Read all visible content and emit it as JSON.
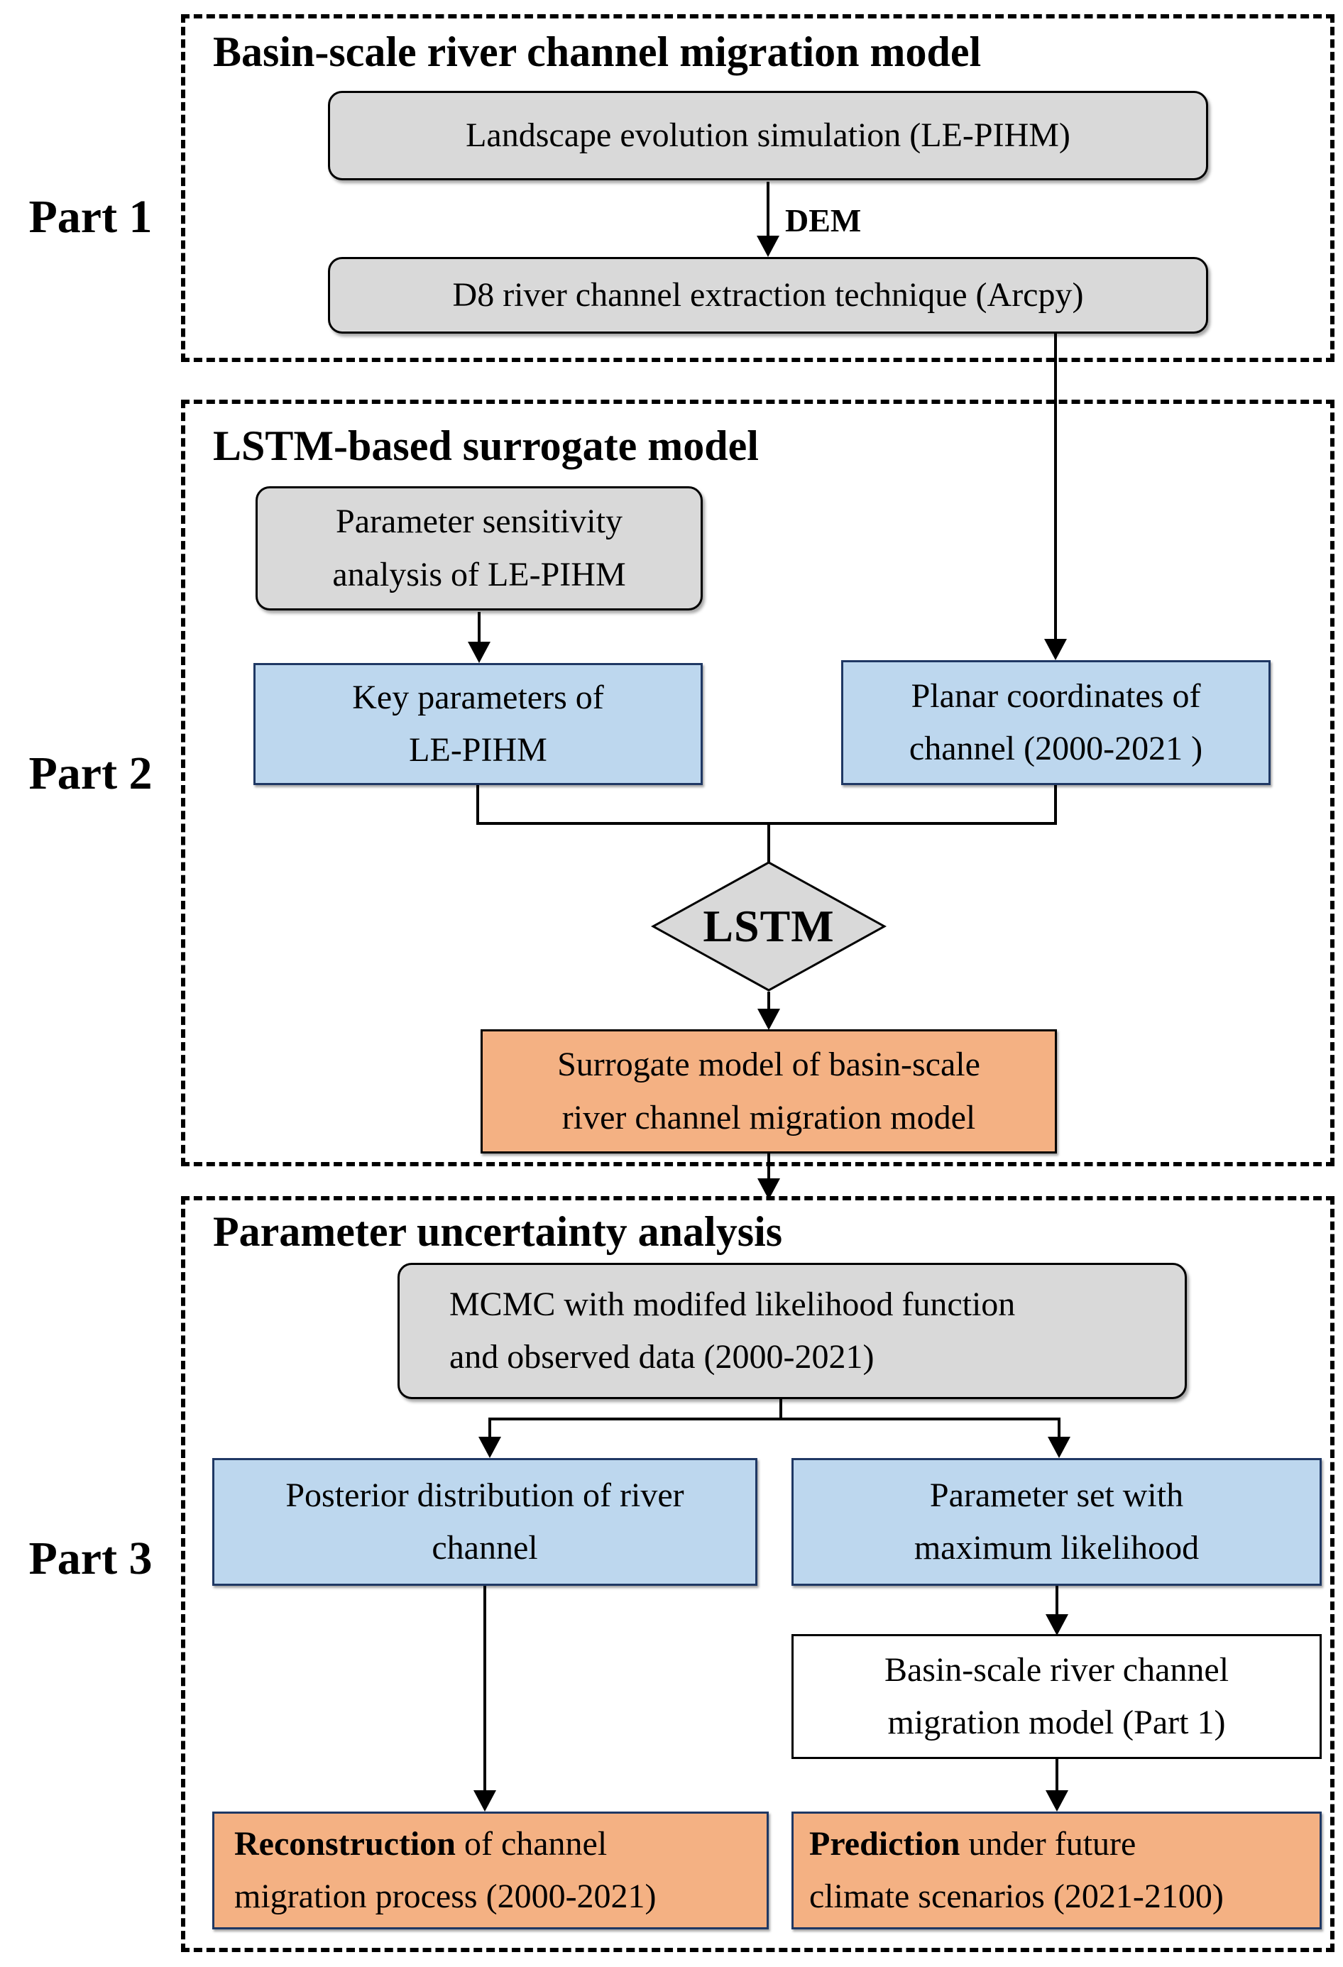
{
  "colors": {
    "gray_fill": "#d9d9d9",
    "blue_fill": "#bdd7ee",
    "blue_border": "#1f3864",
    "orange_fill": "#f4b183",
    "line_color": "#000000",
    "white_fill": "#ffffff"
  },
  "part1": {
    "label": "Part 1",
    "title": "Basin-scale river channel migration model",
    "landscape_box": "Landscape evolution simulation (LE-PIHM)",
    "dem_label": "DEM",
    "d8_box": "D8 river channel extraction technique (Arcpy)"
  },
  "part2": {
    "label": "Part 2",
    "title": "LSTM-based surrogate model",
    "sensitivity_box": {
      "lines": [
        "Parameter sensitivity",
        "analysis of LE-PIHM"
      ]
    },
    "key_params_box": {
      "lines": [
        "Key parameters of",
        "LE-PIHM"
      ]
    },
    "planar_box": {
      "lines": [
        "Planar coordinates of",
        "channel (2000-2021 )"
      ]
    },
    "lstm_label": "LSTM",
    "surrogate_box": {
      "lines": [
        "Surrogate model of basin-scale",
        "river channel migration model"
      ]
    }
  },
  "part3": {
    "label": "Part 3",
    "title": "Parameter uncertainty analysis",
    "mcmc_box": {
      "lines": [
        "MCMC with modifed likelihood function",
        "and observed data (2000-2021)"
      ]
    },
    "posterior_box": {
      "lines": [
        "Posterior distribution of river",
        "channel"
      ]
    },
    "paramset_box": {
      "lines": [
        "Parameter set with",
        "maximum likelihood"
      ]
    },
    "basin_box": {
      "lines": [
        "Basin-scale river channel",
        "migration model (Part 1)"
      ]
    },
    "reconstruction_box": {
      "bold": "Reconstruction",
      "rest_line1": " of channel",
      "line2": "migration process (2000-2021)"
    },
    "prediction_box": {
      "bold": "Prediction",
      "rest_line1": " under future",
      "line2": "climate scenarios (2021-2100)"
    }
  }
}
